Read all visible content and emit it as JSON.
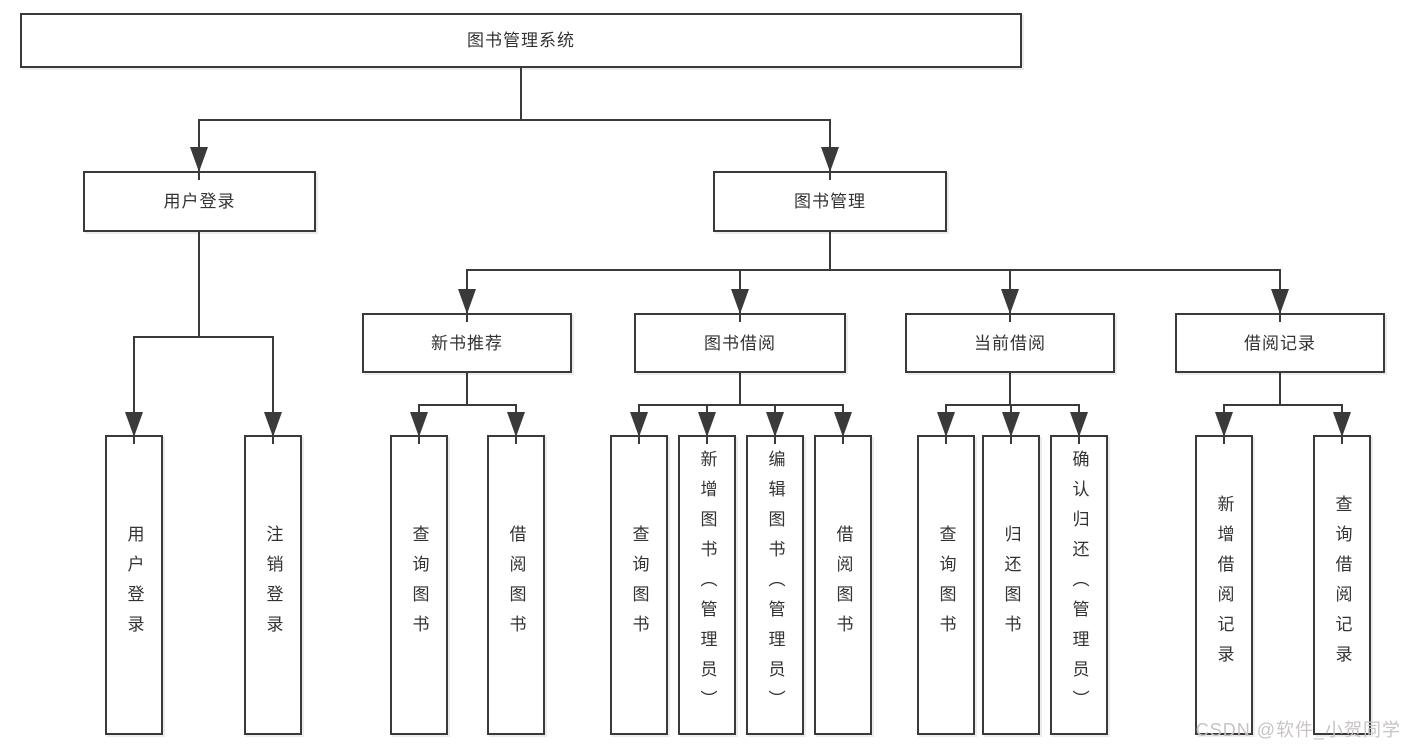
{
  "diagram_type": "hierarchy-tree",
  "colors": {
    "line": "#3a3a3a",
    "text": "#333333",
    "box_background": "#ffffff",
    "watermark": "#c7c3c7"
  },
  "tree": {
    "root": {
      "label": "图书管理系统",
      "children": [
        {
          "label": "用户登录",
          "children": [
            {
              "label": "用户登录"
            },
            {
              "label": "注销登录"
            }
          ]
        },
        {
          "label": "图书管理",
          "children": [
            {
              "label": "新书推荐",
              "children": [
                {
                  "label": "查询图书"
                },
                {
                  "label": "借阅图书"
                }
              ]
            },
            {
              "label": "图书借阅",
              "children": [
                {
                  "label": "查询图书"
                },
                {
                  "label": "新增图书（管理员）"
                },
                {
                  "label": "编辑图书（管理员）"
                },
                {
                  "label": "借阅图书"
                }
              ]
            },
            {
              "label": "当前借阅",
              "children": [
                {
                  "label": "查询图书"
                },
                {
                  "label": "归还图书"
                },
                {
                  "label": "确认归还（管理员）"
                }
              ]
            },
            {
              "label": "借阅记录",
              "children": [
                {
                  "label": "新增借阅记录"
                },
                {
                  "label": "查询借阅记录"
                }
              ]
            }
          ]
        }
      ]
    }
  },
  "watermark": {
    "text": "CSDN @软件_小贺同学"
  }
}
